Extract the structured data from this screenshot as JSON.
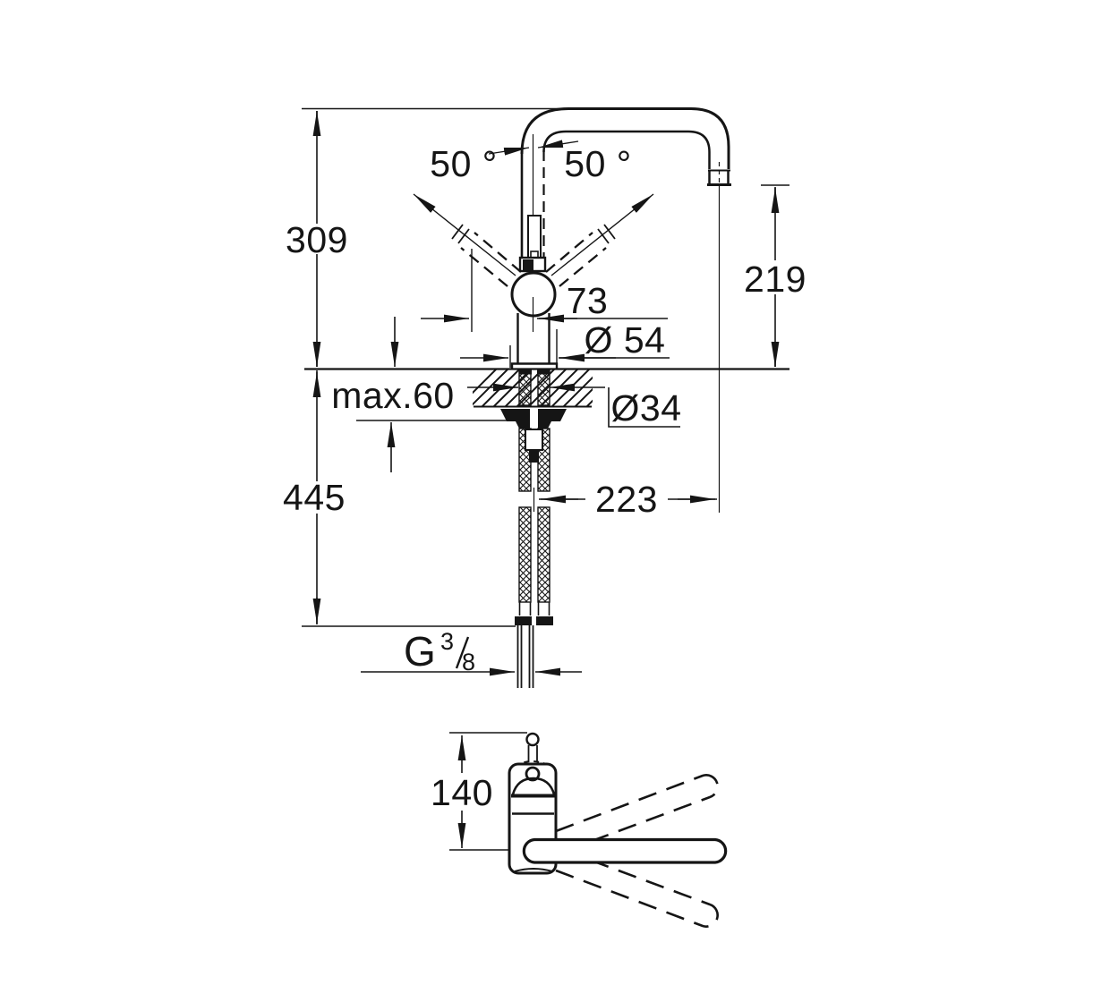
{
  "drawing": {
    "kind": "faucet installation dimension drawing",
    "colors": {
      "line": "#151515",
      "background": "#ffffff"
    }
  },
  "labels": {
    "height_above_deck": "309",
    "swivel_angle_left": "50 °",
    "swivel_angle_right": "50 °",
    "spout_outlet_height": "219",
    "handle_clearance": "73",
    "base_diameter": "Ø 54",
    "max_deck_thickness": "max.60",
    "mounting_hole_diameter": "Ø34",
    "height_below_deck": "445",
    "spout_projection": "223",
    "thread_letter": "G",
    "thread_numerator": "3",
    "thread_denominator": "8",
    "top_view_swivel_dim": "140"
  }
}
